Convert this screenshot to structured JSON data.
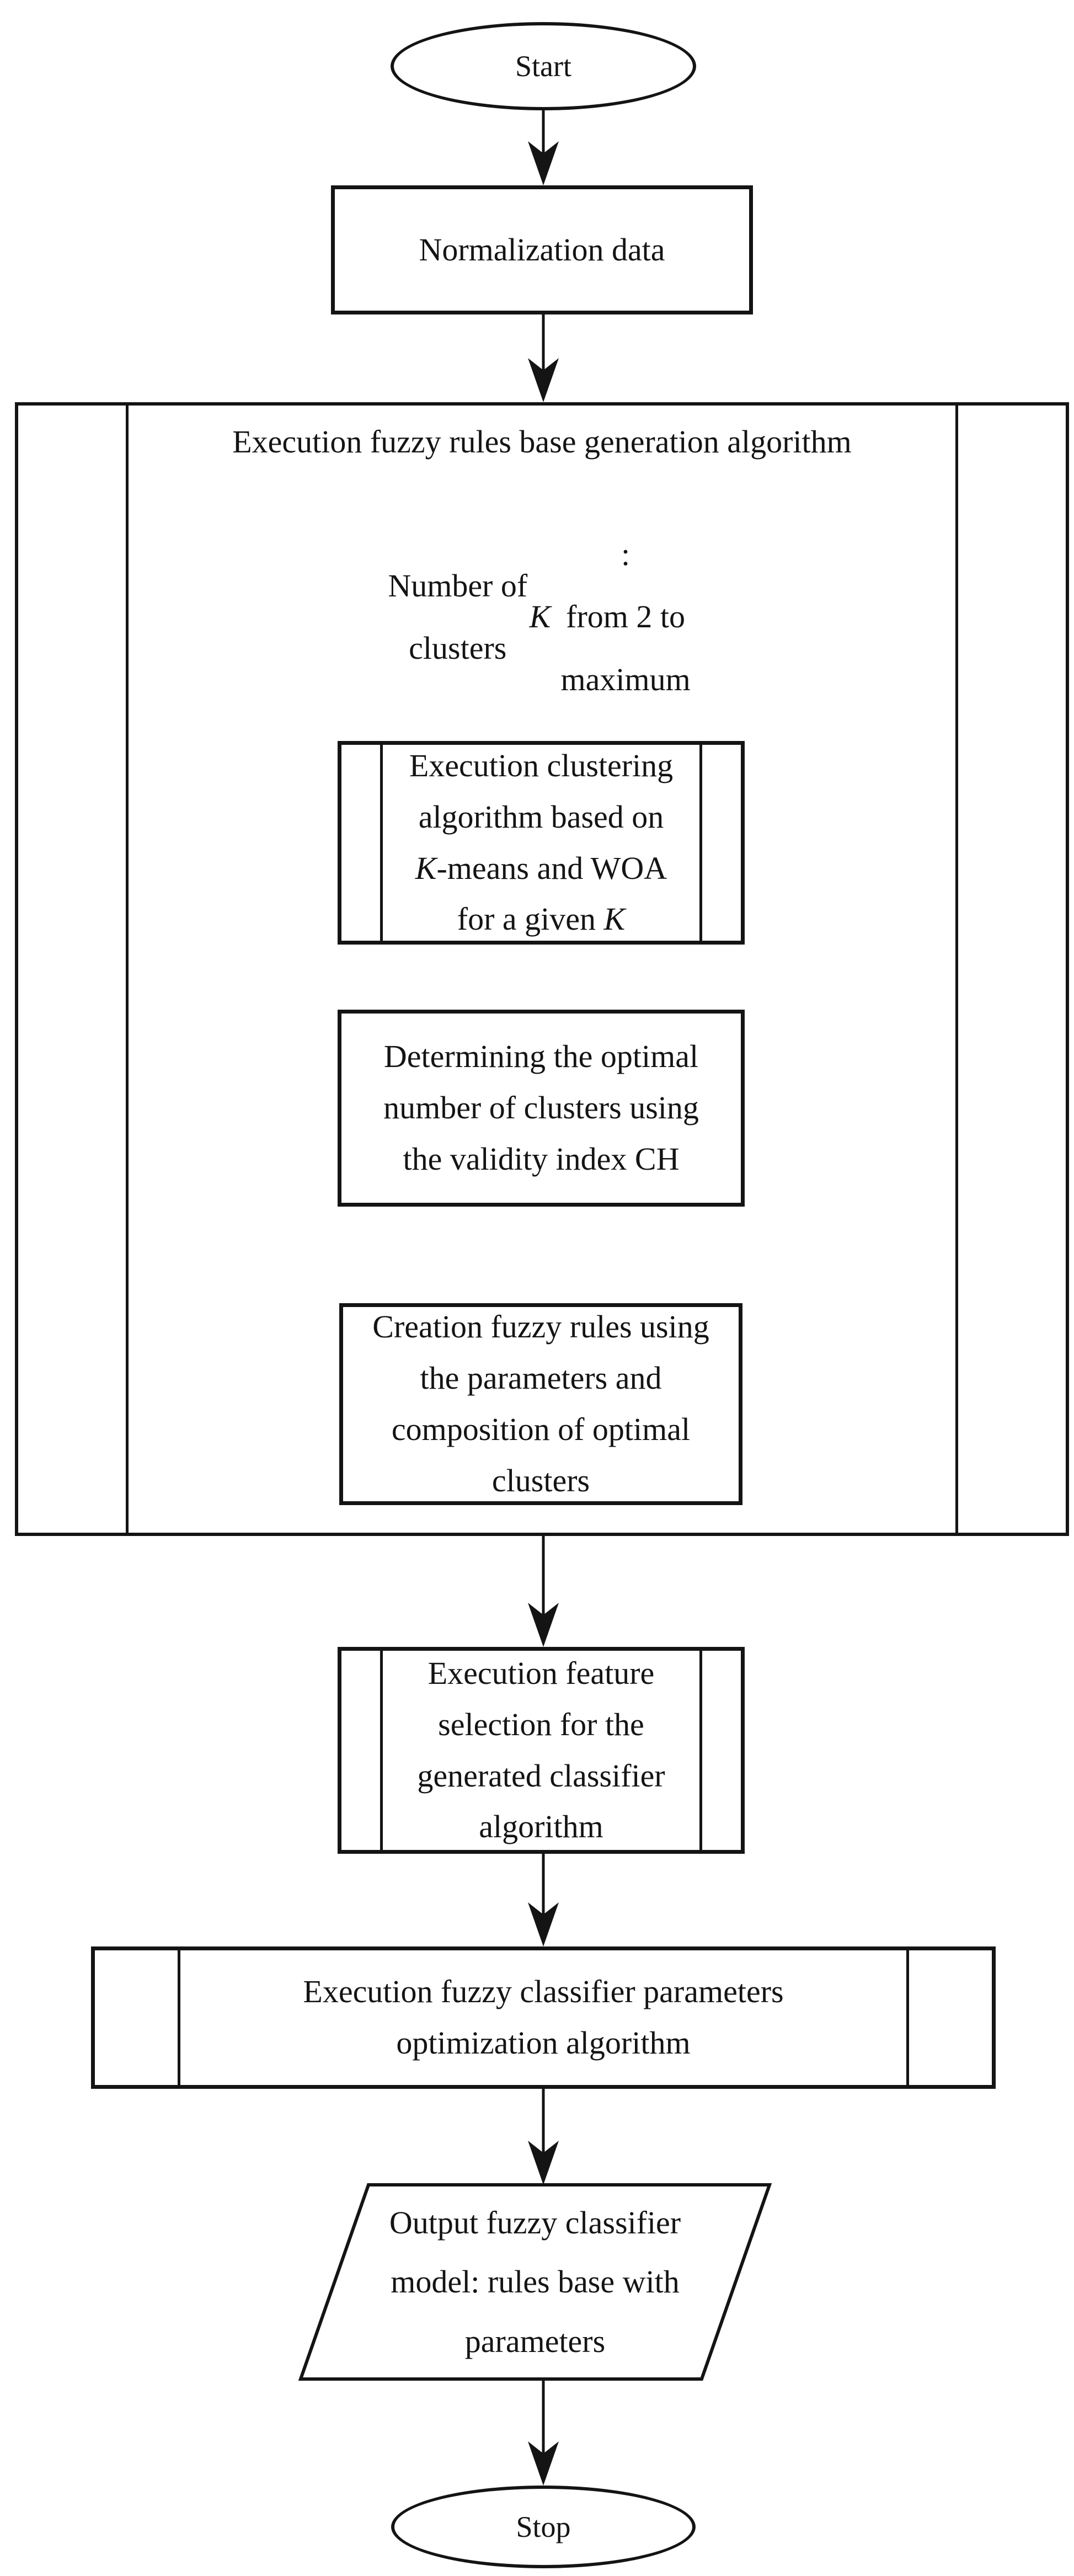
{
  "diagram": {
    "type": "flowchart",
    "stroke_color": "#141414",
    "fill_color": "#ffffff",
    "nodes": {
      "start": {
        "shape": "terminator",
        "label": "Start"
      },
      "normalization": {
        "shape": "process",
        "lines": [
          "Normalization data"
        ]
      },
      "rules_container": {
        "shape": "subroutine-container",
        "title": "Execution fuzzy rules base generation algorithm"
      },
      "clusters_loop": {
        "shape": "hexagon-preparation",
        "lines": [
          "Number of clusters K:",
          "from 2 to maximum"
        ]
      },
      "clustering": {
        "shape": "subroutine",
        "lines": [
          "Execution clustering",
          "algorithm based on",
          "K-means and WOA",
          "for a given K"
        ]
      },
      "determining": {
        "shape": "process",
        "lines": [
          "Determining the optimal",
          "number of clusters using",
          "the validity index CH"
        ]
      },
      "creation": {
        "shape": "process",
        "lines": [
          "Creation fuzzy rules using",
          "the parameters and",
          "composition of optimal",
          "clusters"
        ]
      },
      "feature_selection": {
        "shape": "subroutine",
        "lines": [
          "Execution feature",
          "selection for the",
          "generated classifier",
          "algorithm"
        ]
      },
      "optimization": {
        "shape": "subroutine",
        "lines": [
          "Execution fuzzy classifier parameters",
          "optimization algorithm"
        ]
      },
      "output": {
        "shape": "parallelogram-io",
        "lines": [
          "Output fuzzy classifier",
          "model: rules base with",
          "parameters"
        ]
      },
      "stop": {
        "shape": "terminator",
        "label": "Stop"
      }
    },
    "edges": [
      {
        "from": "start",
        "to": "normalization"
      },
      {
        "from": "normalization",
        "to": "rules_container"
      },
      {
        "from": "clusters_loop",
        "to": "clustering"
      },
      {
        "from": "clustering",
        "to": "determining"
      },
      {
        "from": "determining",
        "to": "clusters_loop",
        "kind": "loop-back-left"
      },
      {
        "from": "clusters_loop",
        "to": "creation",
        "kind": "loop-exit-right"
      },
      {
        "from": "rules_container",
        "to": "feature_selection"
      },
      {
        "from": "feature_selection",
        "to": "optimization"
      },
      {
        "from": "optimization",
        "to": "output"
      },
      {
        "from": "output",
        "to": "stop"
      }
    ]
  }
}
